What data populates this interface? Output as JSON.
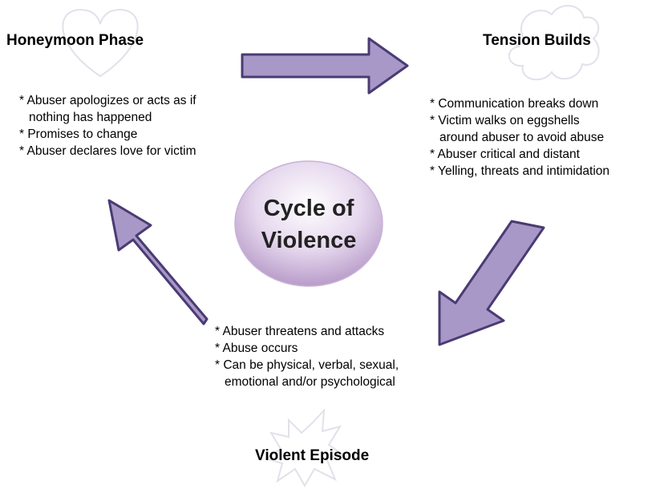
{
  "center": {
    "line1": "Cycle of",
    "line2": "Violence"
  },
  "phases": {
    "honeymoon": {
      "title": "Honeymoon Phase",
      "items": [
        "* Abuser apologizes or acts as if",
        "nothing has happened",
        "* Promises to change",
        "* Abuser declares love for victim"
      ]
    },
    "tension": {
      "title": "Tension Builds",
      "items": [
        "* Communication breaks down",
        "* Victim walks on eggshells",
        "around abuser to avoid abuse",
        "* Abuser critical and distant",
        "* Yelling, threats and intimidation"
      ]
    },
    "violent": {
      "title": "Violent Episode",
      "items": [
        "* Abuser threatens and attacks",
        "* Abuse occurs",
        "* Can be physical, verbal, sexual,",
        "emotional and/or psychological"
      ]
    }
  },
  "colors": {
    "arrow_fill": "#a898c8",
    "arrow_stroke": "#4a3b73",
    "ellipse_fill": "#d9c4e6",
    "shape_outline": "#e3e0ea"
  },
  "icons": {
    "honeymoon": "heart-icon",
    "tension": "cloud-icon",
    "violent": "explosion-icon"
  }
}
